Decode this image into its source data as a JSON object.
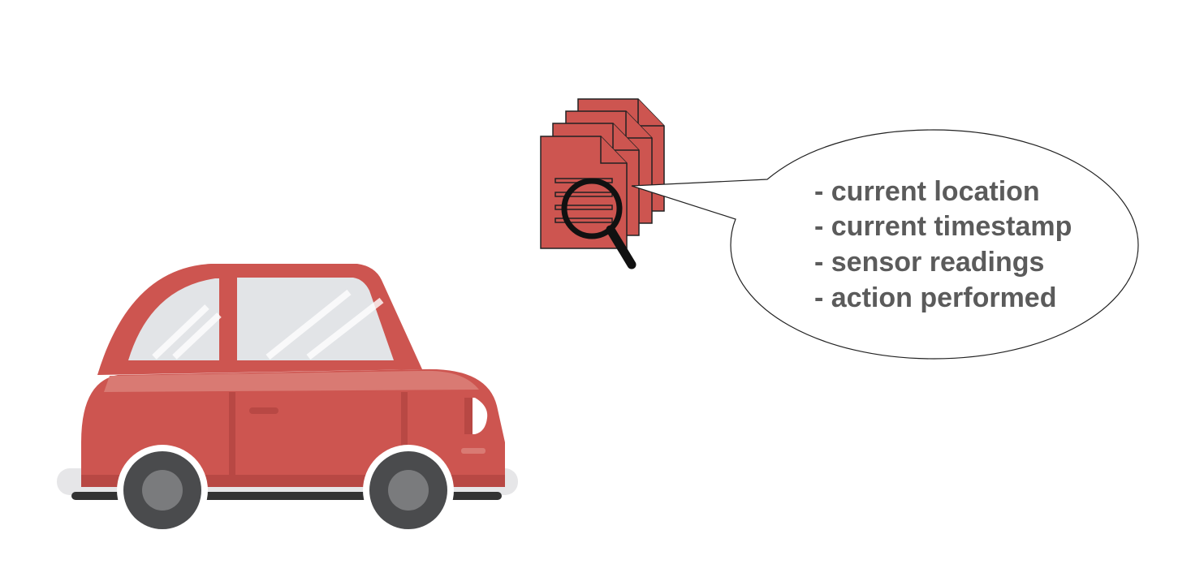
{
  "callout": {
    "items": [
      "- current location",
      "- current timestamp",
      "- sensor readings",
      "- action performed"
    ]
  },
  "colors": {
    "car_body": "#cd5550",
    "car_body_dark": "#b84844",
    "car_stripe": "#d97a73",
    "glass": "#e2e4e7",
    "bumper": "#e6e6e8",
    "tire": "#4a4b4d",
    "hub": "#7a7b7d",
    "document": "#cd5550",
    "magnifier": "#111111",
    "callout_text": "#5b5b5b"
  },
  "icons": [
    "car-icon",
    "document-stack-icon",
    "magnifier-icon",
    "speech-bubble"
  ]
}
